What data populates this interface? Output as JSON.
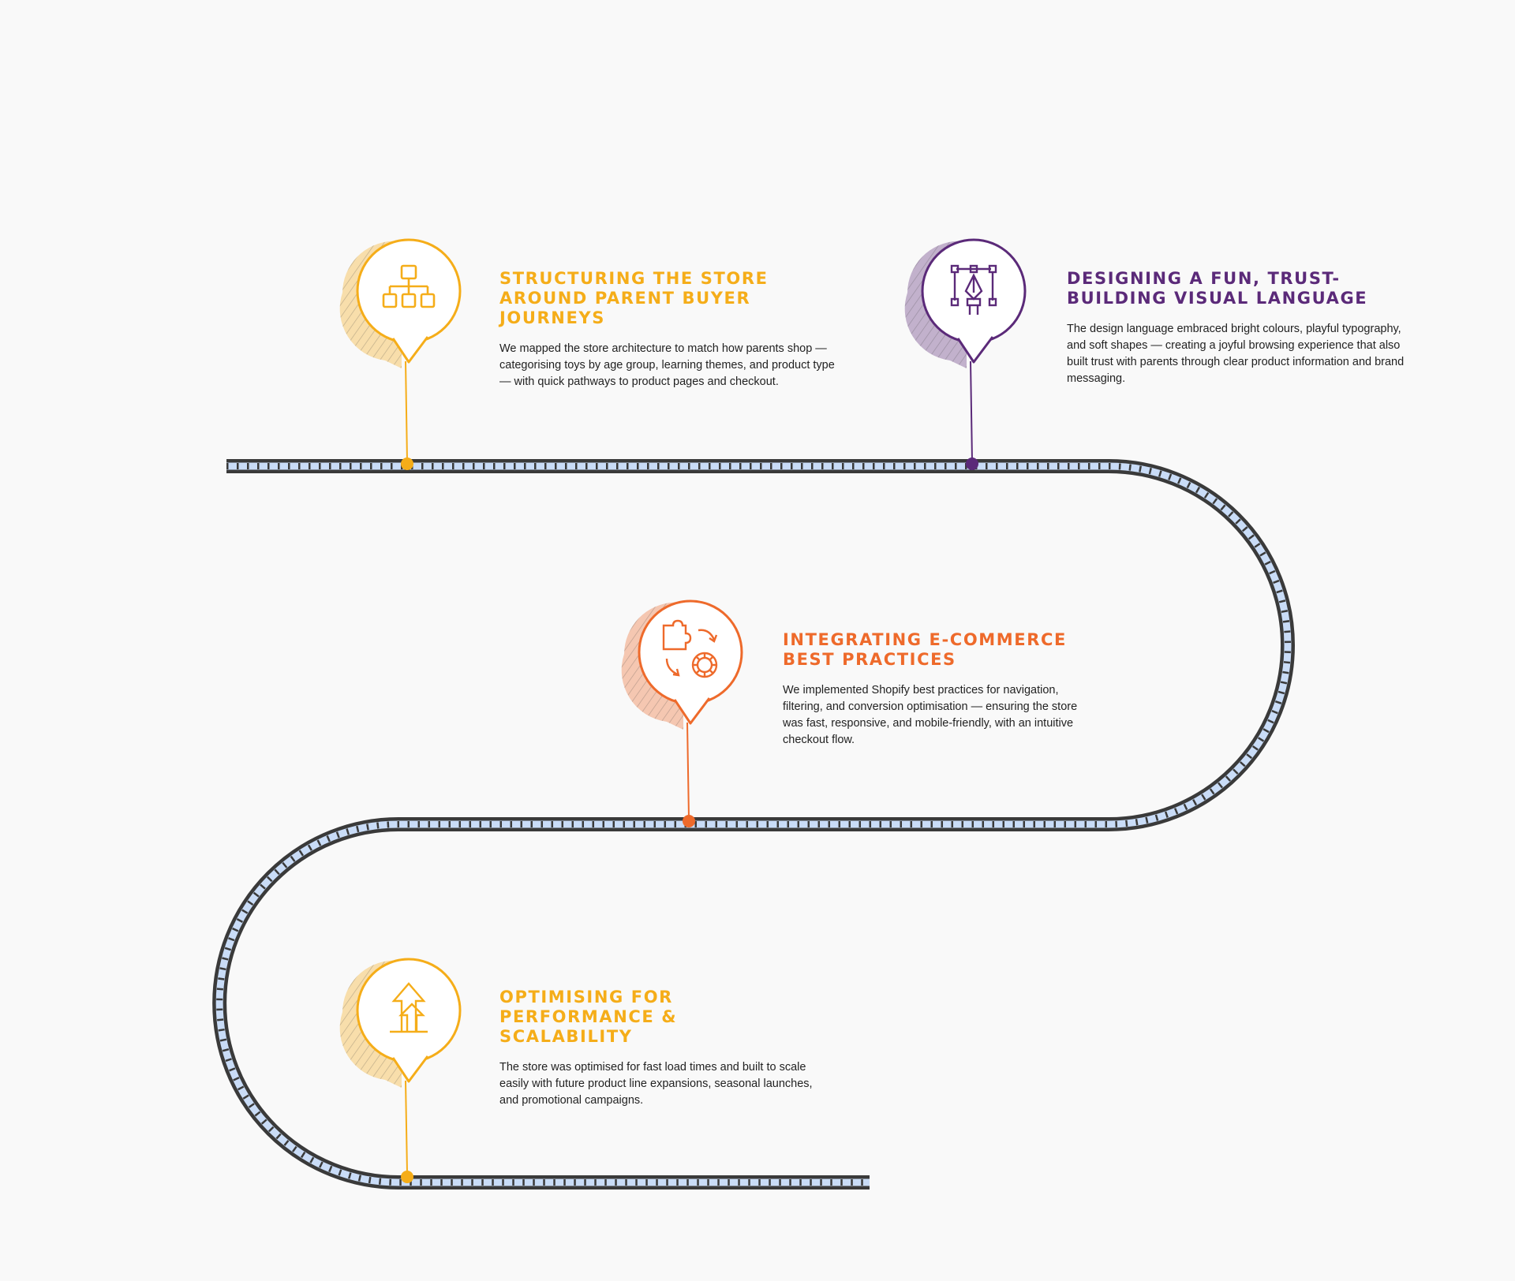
{
  "colors": {
    "background": "#f9f9f9",
    "road_outline": "#3a3a3a",
    "road_fill": "#c9dcf7",
    "yellow": "#f5ad19",
    "purple": "#5b2a79",
    "orange": "#ee6a2b"
  },
  "steps": [
    {
      "title": "Structuring the store around parent buyer journeys",
      "body": "We mapped the store architecture to match how parents shop — categorising toys by age group, learning themes, and product type — with quick pathways to product pages and checkout.",
      "color": "#f5ad19",
      "icon": "sitemap-icon"
    },
    {
      "title": "Designing a fun, trust-building visual language",
      "body": "The design language embraced bright colours, playful typography, and soft shapes — creating a joyful browsing experience that also built trust with parents through clear product information and brand messaging.",
      "color": "#5b2a79",
      "icon": "pen-tool-icon"
    },
    {
      "title": "Integrating e-commerce best practices",
      "body": "We implemented Shopify best practices for navigation, filtering, and conversion optimisation — ensuring the store was fast, responsive, and mobile-friendly, with an intuitive checkout flow.",
      "color": "#ee6a2b",
      "icon": "puzzle-gear-icon"
    },
    {
      "title": "Optimising for performance & scalability",
      "body": "The store was optimised for fast load times and built to scale easily with future product line expansions, seasonal launches, and promotional campaigns.",
      "color": "#f5ad19",
      "icon": "growth-arrows-icon"
    }
  ]
}
